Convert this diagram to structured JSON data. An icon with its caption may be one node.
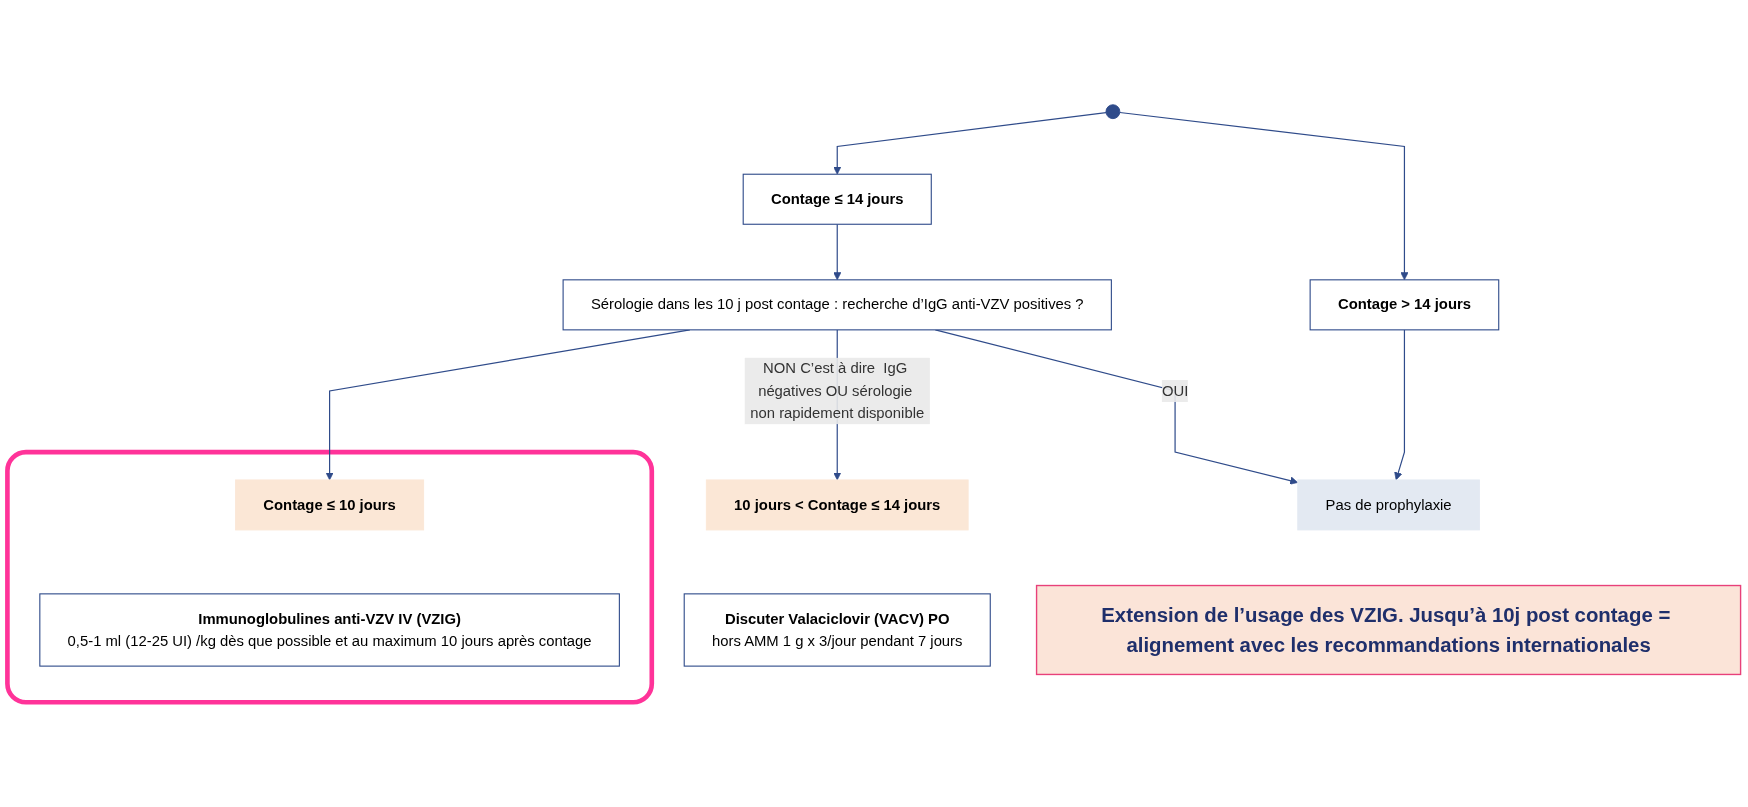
{
  "diagram": {
    "nodes": [
      {
        "text": [
          "Contage ≤ 14 jours"
        ]
      },
      {
        "text": [
          "Contage > 14 jours"
        ]
      },
      {
        "text": [
          "Sérologie dans les 10 j post contage :  recherche d’IgG anti-VZV positives ?"
        ]
      },
      {
        "text": [
          "Pas de prophylaxie"
        ]
      },
      {
        "text": [],
        "shape": "box"
      },
      {
        "text": [
          "Contage ≤ 10 jours"
        ],
        "in": 4
      },
      {
        "text": [
          "Immunoglobulines anti-VZV IV (VZIG)",
          "0,5-1 ml (12-25 UI) /kg dès que possible et au maximum 10 jours après contage"
        ],
        "in": 4
      },
      {
        "text": [
          "10 jours < Contage ≤ 14 jours"
        ]
      },
      {
        "text": [
          "Discuter Valaciclovir (VACV) PO",
          "hors AMM 1 g x 3/jour pendant 7 jours"
        ]
      },
      {
        "text": [
          "Extension de l’usage des VZIG. Jusqu’à 10j post contage = alignement avec les recommandations internationales"
        ]
      }
    ],
    "edges": [
      {
        "from": null,
        "to": 0,
        "arrow": "to"
      },
      {
        "from": null,
        "to": 1,
        "arrow": "to"
      },
      {
        "from": 0,
        "to": 2,
        "arrow": "to"
      },
      {
        "from": 1,
        "to": 3,
        "arrow": "to"
      },
      {
        "from": 2,
        "to": 3,
        "arrow": "to",
        "label": "OUI"
      },
      {
        "from": 2,
        "to": 5,
        "arrow": "to"
      },
      {
        "from": 2,
        "to": 7,
        "arrow": "to",
        "label": "NON C’est à dire  IgG négatives OU sérologie non rapidement disponible"
      }
    ]
  }
}
